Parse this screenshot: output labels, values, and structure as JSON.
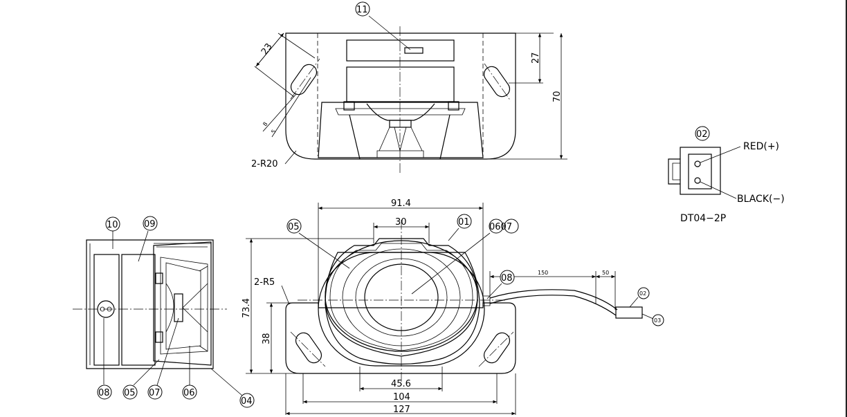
{
  "balloons": {
    "b01": "01",
    "b02": "02",
    "b03": "03",
    "b04": "04",
    "b05": "05",
    "b06": "06",
    "b07": "07",
    "b0607": "0607",
    "b08": "08",
    "b09": "09",
    "b10": "10",
    "b11": "11"
  },
  "dimensions": {
    "d23": "23",
    "d27": "27",
    "d70": "70",
    "d5": "5",
    "d8": "8",
    "r20": "2-R20",
    "r5": "2-R5",
    "d914": "91.4",
    "d30": "30",
    "d734": "73.4",
    "d38": "38",
    "d456": "45.6",
    "d104": "104",
    "d127": "127",
    "d150": "150",
    "d50": "50"
  },
  "connector": {
    "red": "RED(+)",
    "black": "BLACK(−)",
    "model": "DT04−2P"
  }
}
